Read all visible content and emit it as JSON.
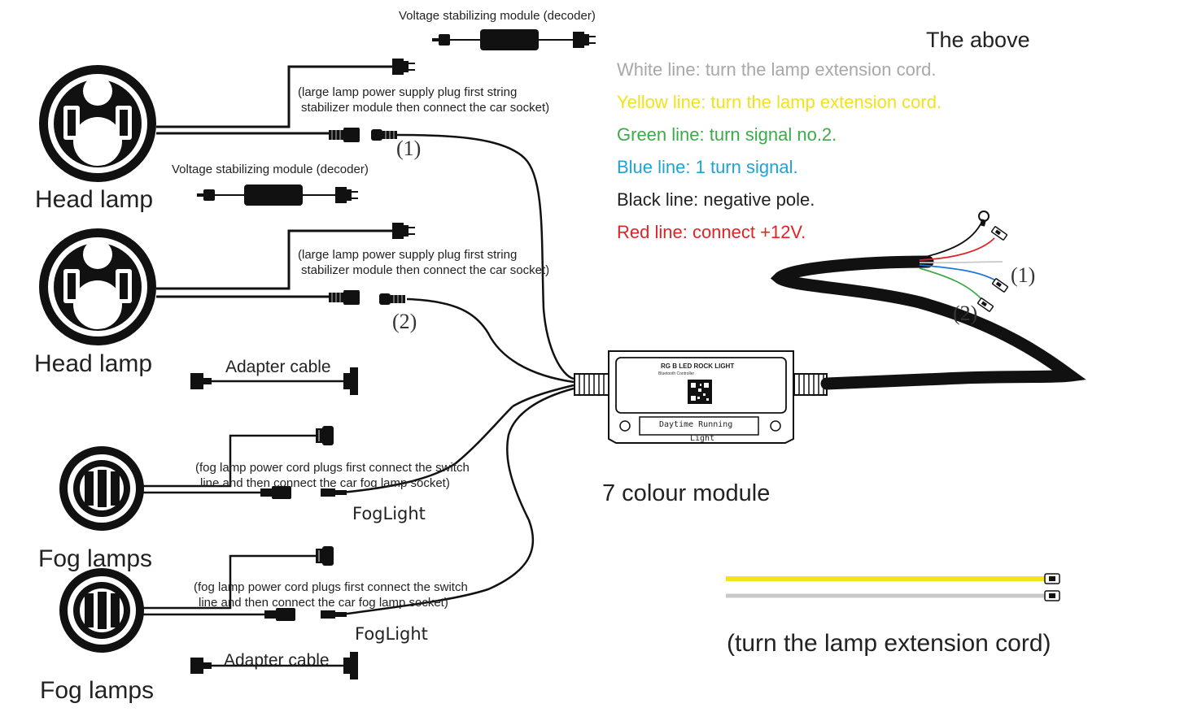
{
  "labels": {
    "head_lamp_1": "Head lamp",
    "head_lamp_2": "Head lamp",
    "fog_lamps_1": "Fog lamps",
    "fog_lamps_2": "Fog lamps",
    "decoder_1": "Voltage stabilizing module (decoder)",
    "decoder_2": "Voltage stabilizing module (decoder)",
    "large_lamp_note_1": [
      "(large lamp power supply plug first string",
      "stabilizer module then connect the car socket)"
    ],
    "large_lamp_note_2": [
      "(large lamp power supply plug first string",
      "stabilizer module then connect the car socket)"
    ],
    "fog_note_1": [
      "(fog lamp power cord plugs first connect the switch",
      "line and then connect the car fog lamp socket)"
    ],
    "fog_note_2": [
      "(fog lamp power cord plugs first connect the switch",
      "line and then connect the car fog lamp socket)"
    ],
    "adapter_cable_1": "Adapter cable",
    "adapter_cable_2": "Adapter cable",
    "foglight_1": "FogLight",
    "foglight_2": "FogLight",
    "connector_1": "(1)",
    "connector_2": "(2)",
    "connector_1_right": "(1)",
    "connector_2_right": "(2)",
    "seven_colour_module": "7 colour module",
    "extension_cord": "(turn the lamp extension cord)",
    "the_above": "The above"
  },
  "module": {
    "title": "RG B LED ROCK LIGHT",
    "subtitle": "Bluetooth Controller",
    "drl_line1": "Daytime Running",
    "drl_line2": "Light"
  },
  "legend": [
    {
      "text": "White line: turn the lamp extension cord.",
      "color": "#a8a8a8"
    },
    {
      "text": "Yellow line: turn the lamp extension cord.",
      "color": "#f2e21a"
    },
    {
      "text": "Green line: turn signal no.2.",
      "color": "#3daa48"
    },
    {
      "text": "Blue line: 1 turn signal.",
      "color": "#1ea3d8"
    },
    {
      "text": "Black line: negative pole.",
      "color": "#222222"
    },
    {
      "text": "Red line: connect +12V.",
      "color": "#e02424"
    }
  ],
  "wire_colors": {
    "white": "#c8c8c8",
    "yellow": "#f2e21a",
    "green": "#3daa48",
    "blue": "#1e74d8",
    "red": "#e02424",
    "black": "#111111"
  }
}
